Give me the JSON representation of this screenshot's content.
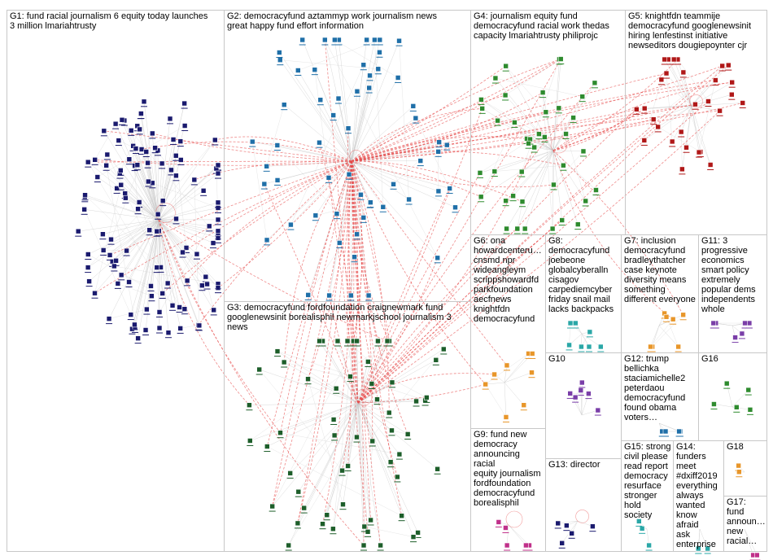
{
  "colors": {
    "background": "#ffffff",
    "panel_border": "#c8c8c8",
    "edge_gray": "#c9c9c9",
    "edge_red": "#e74c4c",
    "node_navy": "#1a1a6e",
    "node_blue": "#1f6fa8",
    "node_green": "#2e8b2e",
    "node_darkgreen": "#1d5e2a",
    "node_red": "#b01818",
    "node_orange": "#e8962a",
    "node_purple": "#7a3ea8",
    "node_teal": "#2aa7a7",
    "node_pink": "#c0308a"
  },
  "groups": [
    {
      "id": "G1",
      "lines": [
        "G1: fund racial journalism 6 equity today launches",
        "3 million lmariahtrusty"
      ],
      "color_key": "node_navy"
    },
    {
      "id": "G2",
      "lines": [
        "G2: democracyfund aztammyp work journalism news",
        "great happy fund effort information"
      ],
      "color_key": "node_blue"
    },
    {
      "id": "G3",
      "lines": [
        "G3: democracyfund fordfoundation craignewmark fund",
        "googlenewsinit borealisphil newmarkjschool journalism 3",
        "news"
      ],
      "color_key": "node_darkgreen"
    },
    {
      "id": "G4",
      "lines": [
        "G4: journalism equity fund",
        "democracyfund racial work thedas",
        "capacity lmariahtrusty philiprojc"
      ],
      "color_key": "node_green"
    },
    {
      "id": "G5",
      "lines": [
        "G5: knightfdn teammije",
        "democracyfund googlenewsinit",
        "hiring lenfestinst initiative",
        "newseditors dougiepoynter cjr"
      ],
      "color_key": "node_red"
    },
    {
      "id": "G6",
      "lines": [
        "G6: ona",
        "howardcenteru…",
        "cnsmd npr",
        "wideangleym",
        "scrippshowardfd",
        "parkfoundation",
        "aecfnews",
        "knightfdn",
        "democracyfund"
      ],
      "color_key": "node_orange"
    },
    {
      "id": "G8",
      "lines": [
        "G8:",
        "democracyfund",
        "joebeone",
        "globalcyberalln",
        "cisagov",
        "carpediemcyber",
        "friday snail mail",
        "lacks backpacks"
      ],
      "color_key": "node_teal"
    },
    {
      "id": "G7",
      "lines": [
        "G7: inclusion",
        "democracyfund",
        "bradleythatcher",
        "case keynote",
        "diversity means",
        "something",
        "different everyone"
      ],
      "color_key": "node_orange"
    },
    {
      "id": "G11",
      "lines": [
        "G11: 3",
        "progressive",
        "economics",
        "smart policy",
        "extremely",
        "popular dems",
        "independents",
        "whole"
      ],
      "color_key": "node_purple"
    },
    {
      "id": "G10",
      "lines": [
        "G10"
      ],
      "color_key": "node_purple"
    },
    {
      "id": "G12",
      "lines": [
        "G12: trump",
        "bellichka",
        "staciamichelle2",
        "peterdaou",
        "democracyfund",
        "found obama",
        "voters…"
      ],
      "color_key": "node_blue"
    },
    {
      "id": "G16",
      "lines": [
        "G16"
      ],
      "color_key": "node_green"
    },
    {
      "id": "G9",
      "lines": [
        "G9: fund new",
        "democracy",
        "announcing racial",
        "equity journalism",
        "fordfoundation",
        "democracyfund",
        "borealisphil"
      ],
      "color_key": "node_pink"
    },
    {
      "id": "G13",
      "lines": [
        "G13: director"
      ],
      "color_key": "node_navy"
    },
    {
      "id": "G15",
      "lines": [
        "G15: strong",
        "civil please",
        "read report",
        "democracy",
        "resurface",
        "stronger",
        "hold society"
      ],
      "color_key": "node_teal"
    },
    {
      "id": "G14",
      "lines": [
        "G14:",
        "funders",
        "meet",
        "#dxiff2019",
        "everything",
        "always",
        "wanted",
        "know afraid",
        "ask",
        "enterprise"
      ],
      "color_key": "node_teal"
    },
    {
      "id": "G18",
      "lines": [
        "G18"
      ],
      "color_key": "node_orange"
    },
    {
      "id": "G17",
      "lines": [
        "G17:",
        "fund",
        "announ…",
        "new",
        "racial…"
      ],
      "color_key": "node_pink"
    }
  ]
}
